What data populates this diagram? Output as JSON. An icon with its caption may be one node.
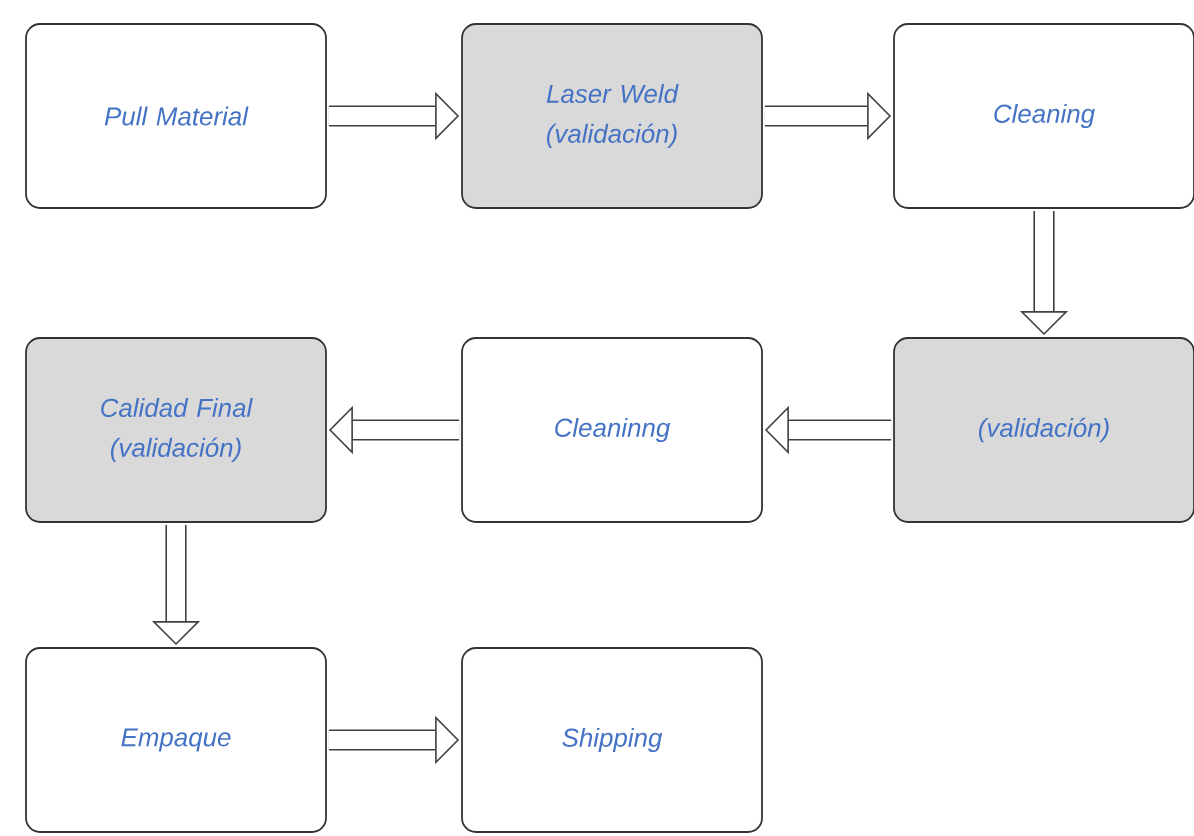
{
  "diagram": {
    "nodes": [
      {
        "text": [
          "Pull Material"
        ]
      },
      {
        "text": [
          "Laser Weld (validación)"
        ]
      },
      {
        "text": [
          "Cleaning"
        ]
      },
      {
        "text": [
          "(validación)"
        ]
      },
      {
        "text": [
          "Cleaninng"
        ]
      },
      {
        "text": [
          "Calidad Final (validación)"
        ]
      },
      {
        "text": [
          "Empaque"
        ]
      },
      {
        "text": [
          "Shipping"
        ]
      }
    ],
    "edges": [
      {
        "from": 0,
        "to": 1,
        "arrow": "to"
      },
      {
        "from": 1,
        "to": 2,
        "arrow": "to"
      },
      {
        "from": 2,
        "to": 3,
        "arrow": "to"
      },
      {
        "from": 3,
        "to": 4,
        "arrow": "to"
      },
      {
        "from": 4,
        "to": 5,
        "arrow": "to"
      },
      {
        "from": 5,
        "to": 6,
        "arrow": "to"
      },
      {
        "from": 6,
        "to": 7,
        "arrow": "to"
      }
    ]
  }
}
